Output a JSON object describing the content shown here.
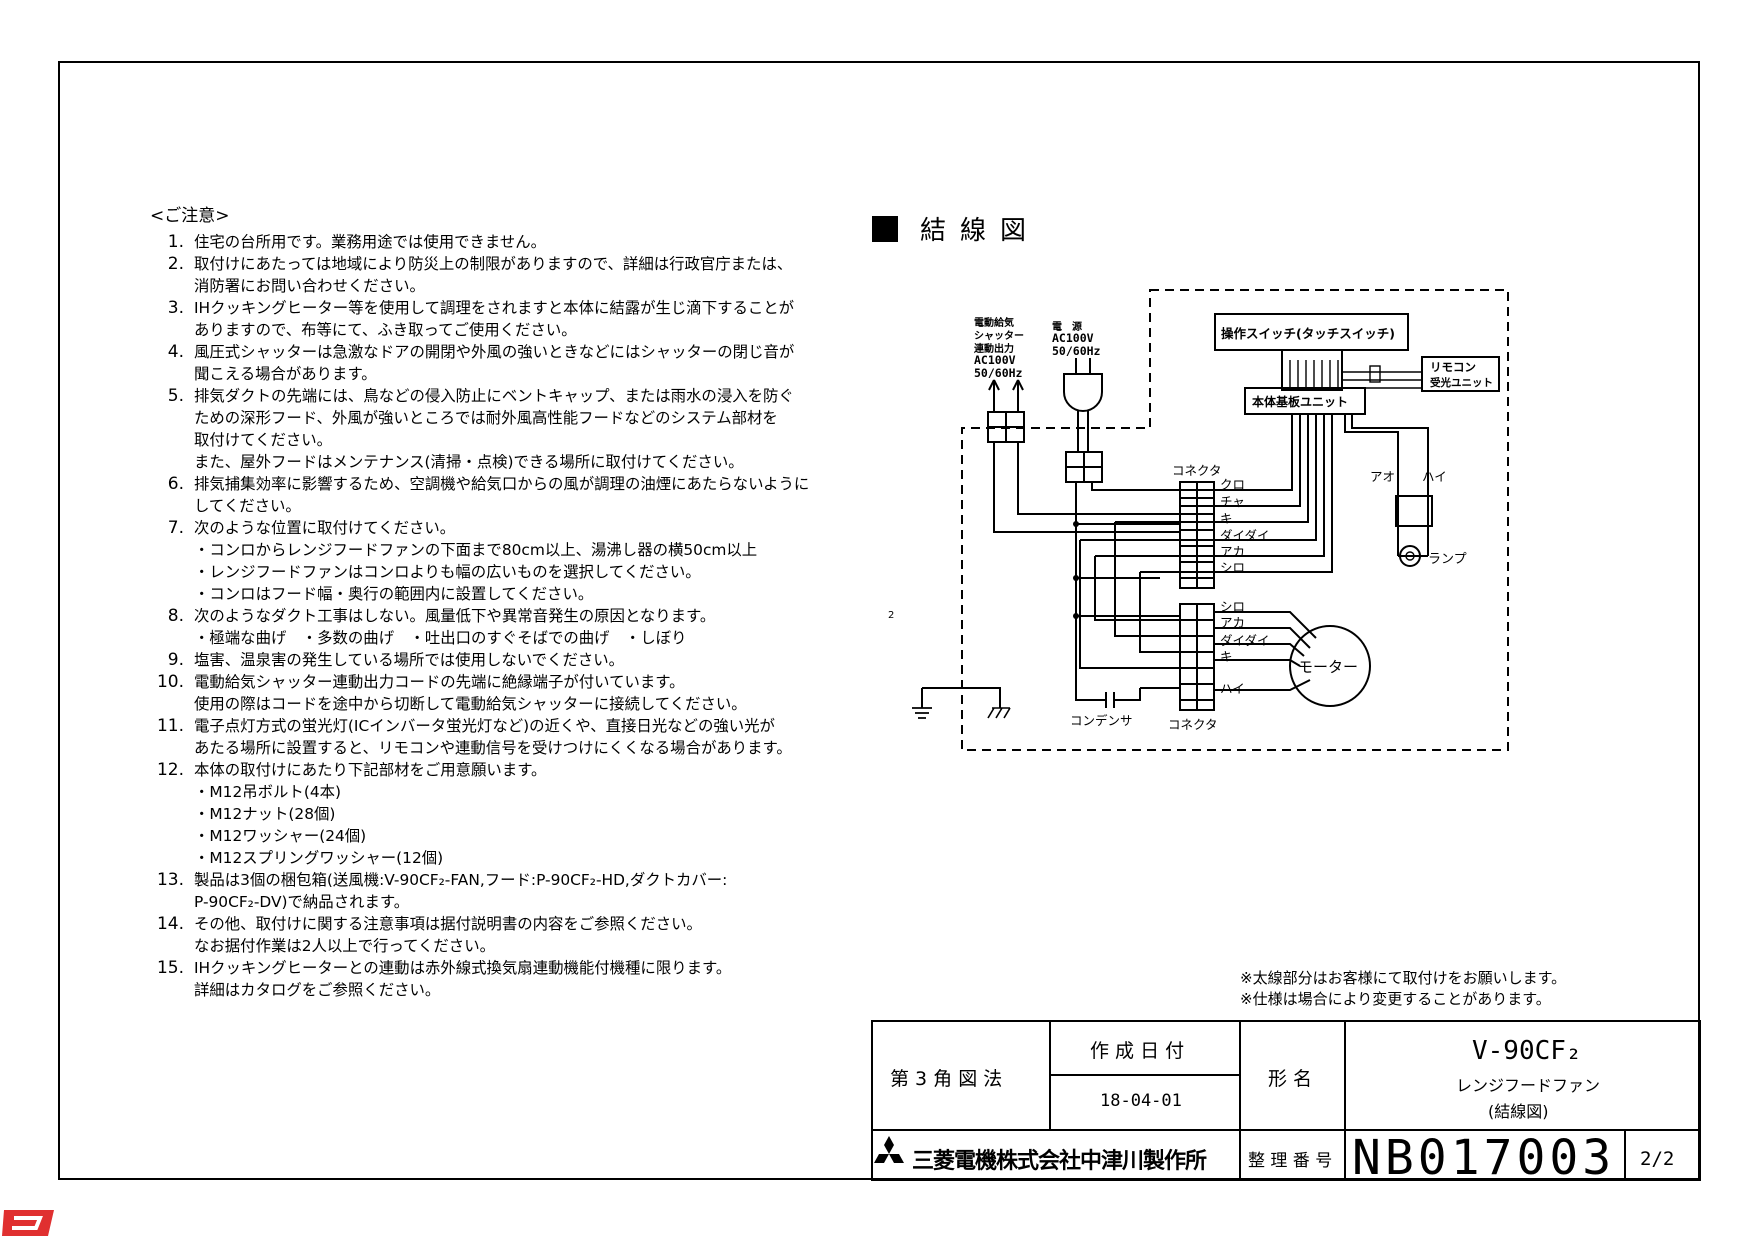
{
  "notes": {
    "title": "<ご注意>",
    "items": [
      {
        "num": "1.",
        "lines": [
          "住宅の台所用です。業務用途では使用できません。"
        ]
      },
      {
        "num": "2.",
        "lines": [
          "取付けにあたっては地域により防災上の制限がありますので、詳細は行政官庁または、",
          "消防署にお問い合わせください。"
        ]
      },
      {
        "num": "3.",
        "lines": [
          "IHクッキングヒーター等を使用して調理をされますと本体に結露が生じ滴下することが",
          "ありますので、布等にて、ふき取ってご使用ください。"
        ]
      },
      {
        "num": "4.",
        "lines": [
          "風圧式シャッターは急激なドアの開閉や外風の強いときなどにはシャッターの閉じ音が",
          "聞こえる場合があります。"
        ]
      },
      {
        "num": "5.",
        "lines": [
          "排気ダクトの先端には、鳥などの侵入防止にベントキャップ、または雨水の浸入を防ぐ",
          "ための深形フード、外風が強いところでは耐外風高性能フードなどのシステム部材を",
          "取付けてください。",
          "また、屋外フードはメンテナンス(清掃・点検)できる場所に取付けてください。"
        ]
      },
      {
        "num": "6.",
        "lines": [
          "排気捕集効率に影響するため、空調機や給気口からの風が調理の油煙にあたらないように",
          "してください。"
        ]
      },
      {
        "num": "7.",
        "lines": [
          "次のような位置に取付けてください。",
          "・コンロからレンジフードファンの下面まで80cm以上、湯沸し器の横50cm以上",
          "・レンジフードファンはコンロよりも幅の広いものを選択してください。",
          "・コンロはフード幅・奥行の範囲内に設置してください。"
        ]
      },
      {
        "num": "8.",
        "lines": [
          "次のようなダクト工事はしない。風量低下や異常音発生の原因となります。",
          "・極端な曲げ　・多数の曲げ　・吐出口のすぐそばでの曲げ　・しぼり"
        ]
      },
      {
        "num": "9.",
        "lines": [
          "塩害、温泉害の発生している場所では使用しないでください。"
        ]
      },
      {
        "num": "10.",
        "lines": [
          "電動給気シャッター連動出力コードの先端に絶縁端子が付いています。",
          "使用の際はコードを途中から切断して電動給気シャッターに接続してください。"
        ]
      },
      {
        "num": "11.",
        "lines": [
          "電子点灯方式の蛍光灯(ICインバータ蛍光灯など)の近くや、直接日光などの強い光が",
          "あたる場所に設置すると、リモコンや連動信号を受けつけにくくなる場合があります。"
        ]
      },
      {
        "num": "12.",
        "lines": [
          "本体の取付けにあたり下記部材をご用意願います。",
          "・M12吊ボルト(4本)",
          "・M12ナット(28個)",
          "・M12ワッシャー(24個)",
          "・M12スプリングワッシャー(12個)"
        ]
      },
      {
        "num": "13.",
        "lines": [
          "製品は3個の梱包箱(送風機:V-90CF₂-FAN,フード:P-90CF₂-HD,ダクトカバー:",
          "P-90CF₂-DV)で納品されます。"
        ]
      },
      {
        "num": "14.",
        "lines": [
          "その他、取付けに関する注意事項は据付説明書の内容をご参照ください。",
          "なお据付作業は2人以上で行ってください。"
        ]
      },
      {
        "num": "15.",
        "lines": [
          "IHクッキングヒーターとの連動は赤外線式換気扇連動機能付機種に限ります。",
          "詳細はカタログをご参照ください。"
        ]
      }
    ]
  },
  "diagram": {
    "title": "結線図",
    "shutter_label": [
      "電動給気",
      "シャッター",
      "連動出力",
      "AC100V",
      "50/60Hz"
    ],
    "power_label": [
      "電　源",
      "AC100V",
      "50/60Hz"
    ],
    "switch_label": "操作スイッチ(タッチスイッチ)",
    "remote_label": [
      "リモコン",
      "受光ユニット"
    ],
    "board_label": "本体基板ユニット",
    "connector_top": "コネクタ",
    "connector_bottom": "コネクタ",
    "wires_top": [
      "クロ",
      "チャ",
      "キ",
      "ダイダイ",
      "アカ",
      "シロ"
    ],
    "wires_bottom": [
      "シロ",
      "アカ",
      "ダイダイ",
      "キ",
      "ハイ"
    ],
    "lamp_wires": [
      "アオ",
      "ハイ"
    ],
    "lamp_label": "ランプ",
    "motor_label": "モーター",
    "capacitor_label": "コンデンサ",
    "stray_mark": "2"
  },
  "footnotes": [
    "※太線部分はお客様にて取付けをお願いします。",
    "※仕様は場合により変更することがあります。"
  ],
  "titleblock": {
    "projection": "第 3 角 図 法",
    "created_label": "作 成 日 付",
    "created_date": "18-04-01",
    "model_label": "形 名",
    "model": "V-90CF₂",
    "product": "レンジフードファン",
    "drawing_kind": "(結線図)",
    "company": "三菱電機株式会社中津川製作所",
    "number_label": "整 理 番 号",
    "number": "NB017003",
    "page": "2/2"
  }
}
